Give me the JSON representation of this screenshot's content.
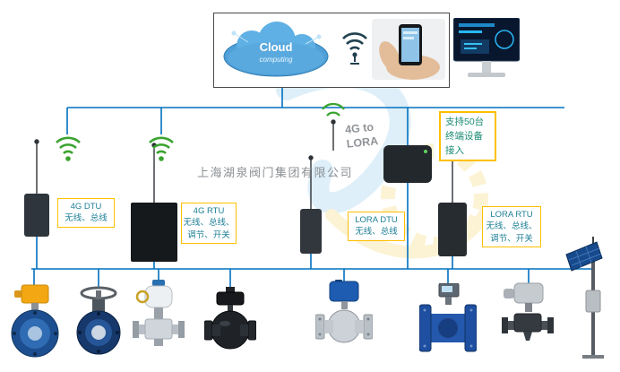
{
  "watermark": {
    "company": "上海湖泉阀门集团有限公司"
  },
  "cloud": {
    "line1": "Cloud",
    "line2": "computing"
  },
  "gateway_note": {
    "line1": "4G to",
    "line2": "LORA"
  },
  "capacity_note": {
    "line1": "支持50台",
    "line2": "终端设备",
    "line3": "接入"
  },
  "device_labels": {
    "dtu4g": {
      "title": "4G DTU",
      "desc1": "无线、总线"
    },
    "rtu4g": {
      "title": "4G RTU",
      "desc1": "无线、总线、",
      "desc2": "调节、开关"
    },
    "lora_dtu": {
      "title": "LORA DTU",
      "desc1": "无线、总线"
    },
    "lora_rtu": {
      "title": "LORA RTU",
      "desc1": "无线、总线、",
      "desc2": "调节、开关"
    }
  },
  "colors": {
    "connector_line": "#0070C0",
    "label_border": "#FFC000",
    "label_text": "#1D7F96",
    "note_text": "#1A8A74",
    "wifi_green": "#3AA32F"
  },
  "icons": {
    "cloud": "cloud-computing-graphic",
    "wifi_dark": "wifi-signal-icon",
    "phone": "hand-holding-phone-photo",
    "monitor": "computer-monitor-photo",
    "wifi_left1": "wifi-signal-icon",
    "wifi_left2": "wifi-signal-icon",
    "gateway_antenna": "antenna-wifi-icon",
    "products": [
      "electric-butterfly-valve",
      "manual-butterfly-valve",
      "control-gate-valve",
      "black-ball-valve",
      "electric-ball-valve",
      "electromagnetic-flowmeter",
      "electric-globe-valve",
      "solar-panel-pole"
    ]
  }
}
